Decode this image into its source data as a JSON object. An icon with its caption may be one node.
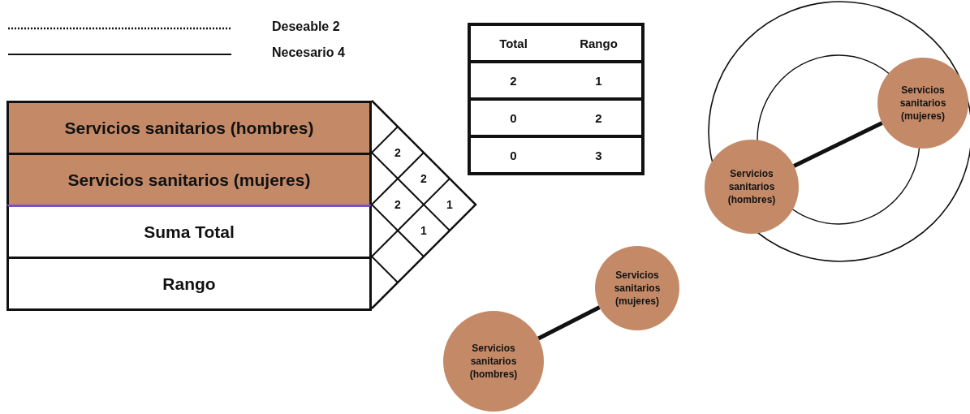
{
  "diagram": {
    "nodes": [
      {
        "text": [
          "Servicios sanitarios (hombres)"
        ]
      },
      {
        "text": [
          "Servicios sanitarios (mujeres)"
        ]
      },
      {
        "text": [
          "Suma Total"
        ]
      },
      {
        "text": [
          "Rango"
        ]
      },
      {
        "text": [
          "Servicios sanitarios (mujeres)"
        ]
      },
      {
        "text": [
          "Servicios sanitarios (hombres)"
        ]
      },
      {
        "text": [
          "Servicios sanitarios (mujeres)"
        ]
      },
      {
        "text": [
          "Servicios sanitarios (hombres)"
        ]
      }
    ],
    "edges": [
      {
        "from": 5,
        "to": 4,
        "arrow": "none"
      },
      {
        "from": 7,
        "to": 6,
        "arrow": "none"
      }
    ],
    "labels": [
      "Total",
      "Rango",
      "2",
      "1",
      "0",
      "2",
      "0",
      "3",
      "2",
      "2",
      "2",
      "1",
      "1"
    ],
    "legend": [
      {
        "text": "Deseable 2"
      },
      {
        "text": "Necesario 4"
      }
    ]
  }
}
